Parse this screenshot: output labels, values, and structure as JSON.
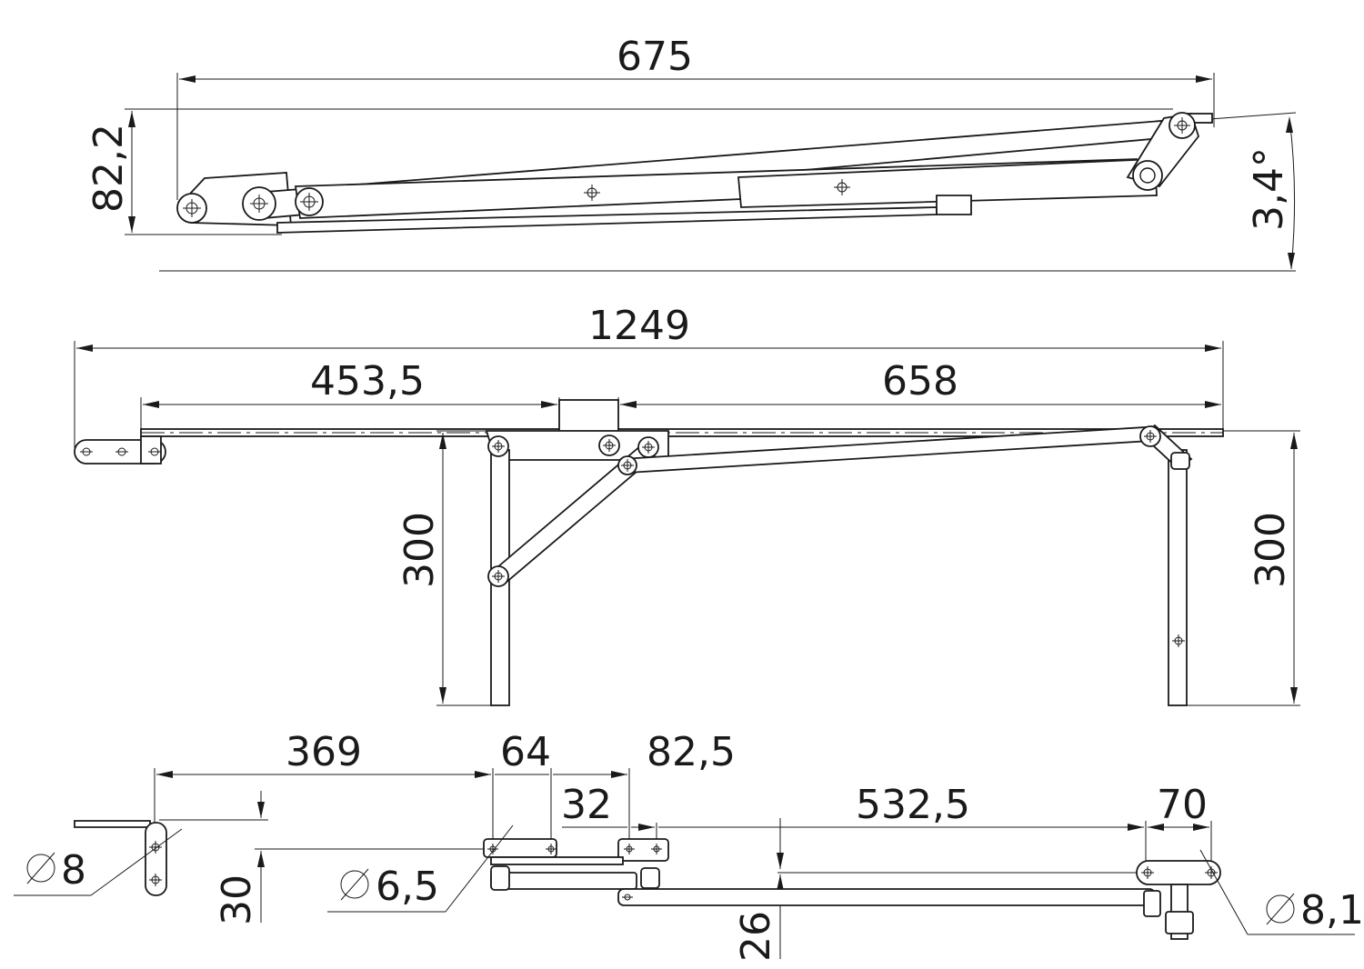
{
  "side_view": {
    "overall_length": "675",
    "height": "82,2",
    "angle": "3,4°"
  },
  "front_view": {
    "overall_length": "1249",
    "left_span": "453,5",
    "right_span": "658",
    "left_leg_height": "300",
    "right_leg_height": "300"
  },
  "plan_view": {
    "dim_369": "369",
    "dim_64": "64",
    "dim_82_5": "82,5",
    "dim_32": "32",
    "dim_532_5": "532,5",
    "dim_70": "70",
    "dim_30": "30",
    "dim_26": "26",
    "hole_8": "8",
    "hole_6_5": "6,5",
    "hole_8_1": "8,1"
  }
}
